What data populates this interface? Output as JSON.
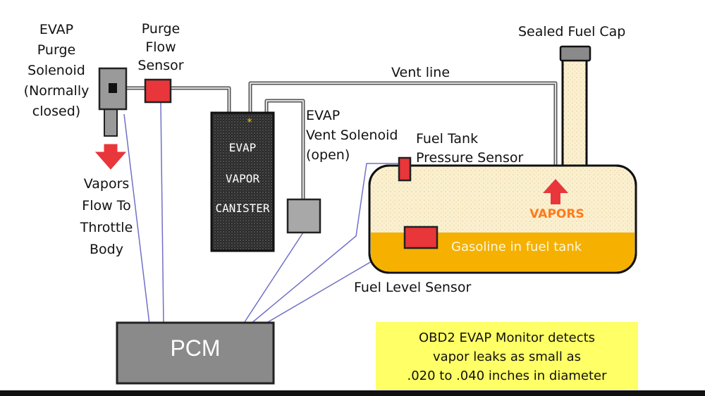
{
  "labels": {
    "evap_purge_solenoid": [
      "EVAP",
      "Purge",
      "Solenoid",
      "(Normally",
      "closed)"
    ],
    "purge_flow_sensor": [
      "Purge",
      "Flow",
      "Sensor"
    ],
    "vapors_flow": [
      "Vapors",
      "Flow To",
      "Throttle",
      "Body"
    ],
    "vent_line": "Vent line",
    "sealed_fuel_cap": "Sealed Fuel Cap",
    "canister": [
      "EVAP",
      "VAPOR",
      "CANISTER"
    ],
    "vent_solenoid": [
      "EVAP",
      "Vent Solenoid",
      "(open)"
    ],
    "fuel_tank_pressure_sensor": [
      "Fuel Tank",
      "Pressure Sensor"
    ],
    "vapors_tank": "VAPORS",
    "gasoline": "Gasoline in fuel tank",
    "fuel_level_sensor": "Fuel Level Sensor",
    "pcm": "PCM",
    "monitor_note": [
      "OBD2 EVAP Monitor detects",
      "vapor leaks as small as",
      ".020 to .040 inches in diameter"
    ]
  },
  "colors": {
    "sensor_red": "#e8363a",
    "arrow_red": "#e8363a",
    "pcm_gray": "#8a8a8a",
    "tank_fill": "#fbf0cf",
    "gasoline": "#f5b000",
    "note_yellow": "#ffff66",
    "wire_blue": "#7070c8",
    "vapors_text": "#ff7a1a"
  }
}
